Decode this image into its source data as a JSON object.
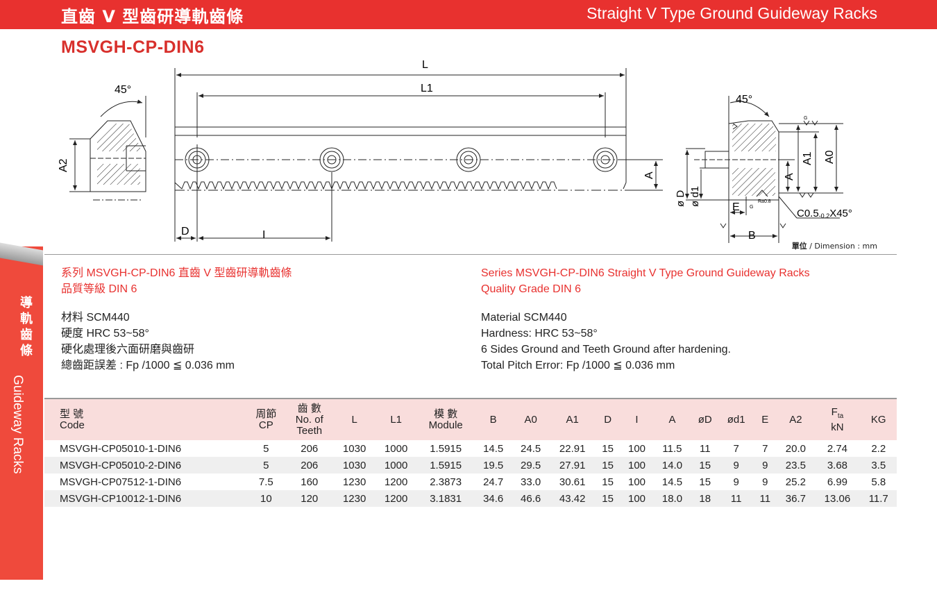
{
  "header": {
    "title_zh": "直齒 V 型齒研導軌齒條",
    "title_en": "Straight V Type Ground Guideway Racks"
  },
  "model": "MSVGH-CP-DIN6",
  "drawing_labels": {
    "L": "L",
    "L1": "L1",
    "A": "A",
    "A0": "A0",
    "A1": "A1",
    "A2": "A2",
    "D": "D",
    "I": "I",
    "B": "B",
    "E": "E",
    "phiD": "ø D",
    "phid1": "ø d1",
    "angle": "45°",
    "chamfer_main": "C0.5",
    "chamfer_tol": "-0.2",
    "chamfer_angle": "X45°",
    "grind_mark": "G",
    "ra": "Ra0.8"
  },
  "unit": {
    "zh": "單位",
    "en": "/ Dimension : mm"
  },
  "side_tab": {
    "zh": "導軌齒條",
    "en": "Guideway Racks"
  },
  "info_zh": {
    "series": "系列 MSVGH-CP-DIN6 直齒 V 型齒研導軌齒條",
    "grade": "品質等級 DIN 6",
    "material": "材料 SCM440",
    "hardness": "硬度 HRC 53~58°",
    "process": "硬化處理後六面研磨與齒研",
    "pitch": "總齒距誤差 : Fp /1000 ≦ 0.036 mm"
  },
  "info_en": {
    "series": "Series MSVGH-CP-DIN6 Straight V Type Ground Guideway Racks",
    "grade": "Quality Grade DIN 6",
    "material": "Material SCM440",
    "hardness": "Hardness: HRC 53~58°",
    "process": "6 Sides Ground and Teeth Ground after hardening.",
    "pitch": "Total Pitch Error: Fp /1000 ≦ 0.036 mm"
  },
  "table": {
    "headers": {
      "code_zh": "型 號",
      "code_en": "Code",
      "cp_zh": "周節",
      "cp_en": "CP",
      "teeth_zh": "齒 數",
      "teeth_en1": "No. of",
      "teeth_en2": "Teeth",
      "L": "L",
      "L1": "L1",
      "module_zh": "模 數",
      "module_en": "Module",
      "B": "B",
      "A0": "A0",
      "A1": "A1",
      "D": "D",
      "I": "I",
      "A": "A",
      "phiD": "øD",
      "phid1": "ød1",
      "E": "E",
      "A2": "A2",
      "fta": "F",
      "fta_sub": "ta",
      "fta_unit": "kN",
      "kg": "KG"
    },
    "rows": [
      [
        "MSVGH-CP05010-1-DIN6",
        "5",
        "206",
        "1030",
        "1000",
        "1.5915",
        "14.5",
        "24.5",
        "22.91",
        "15",
        "100",
        "11.5",
        "11",
        "7",
        "7",
        "20.0",
        "2.74",
        "2.2"
      ],
      [
        "MSVGH-CP05010-2-DIN6",
        "5",
        "206",
        "1030",
        "1000",
        "1.5915",
        "19.5",
        "29.5",
        "27.91",
        "15",
        "100",
        "14.0",
        "15",
        "9",
        "9",
        "23.5",
        "3.68",
        "3.5"
      ],
      [
        "MSVGH-CP07512-1-DIN6",
        "7.5",
        "160",
        "1230",
        "1200",
        "2.3873",
        "24.7",
        "33.0",
        "30.61",
        "15",
        "100",
        "14.5",
        "15",
        "9",
        "9",
        "25.2",
        "6.99",
        "5.8"
      ],
      [
        "MSVGH-CP10012-1-DIN6",
        "10",
        "120",
        "1230",
        "1200",
        "3.1831",
        "34.6",
        "46.6",
        "43.42",
        "15",
        "100",
        "18.0",
        "18",
        "11",
        "11",
        "36.7",
        "13.06",
        "11.7"
      ]
    ]
  }
}
